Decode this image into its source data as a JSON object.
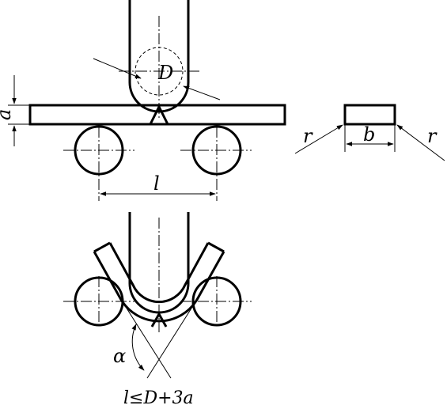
{
  "labels": {
    "punch_diameter": "D",
    "thickness": "a",
    "span": "l",
    "edge_radius_left": "r",
    "edge_radius_right": "r",
    "width": "b",
    "bend_angle": "α",
    "condition": "l≤D+3a"
  }
}
